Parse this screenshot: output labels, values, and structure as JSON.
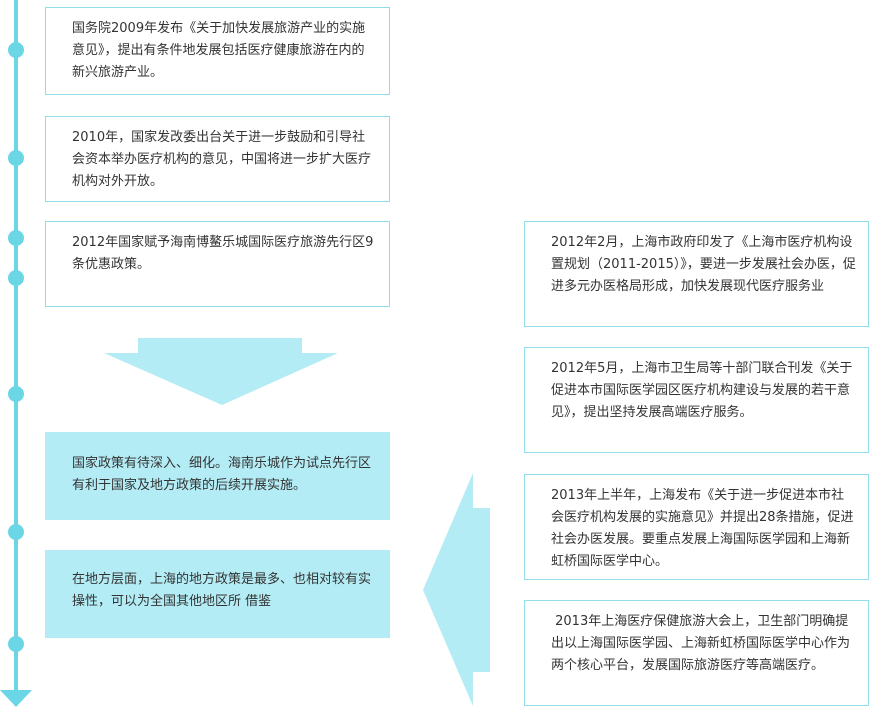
{
  "colors": {
    "timeline": "#6bd6e6",
    "box_border": "#8fdfea",
    "fill": "#b3ecf5",
    "arrow": "#b3ecf5"
  },
  "left_boxes": [
    "国务院2009年发布《关于加快发展旅游产业的实施意见》，提出有条件地发展包括医疗健康旅游在内的新兴旅游产业。",
    "2010年，国家发改委出台关于进一步鼓励和引导社会资本举办医疗机构的意见，中国将进一步扩大医疗机构对外开放。",
    "2012年国家赋予海南博鳌乐城国际医疗旅游先行区9条优惠政策。"
  ],
  "conclusions": [
    "国家政策有待深入、细化。海南乐城作为试点先行区有利于国家及地方政策的后续开展实施。",
    "在地方层面，上海的地方政策是最多、也相对较有实操性，可以为全国其他地区所 借鉴"
  ],
  "right_boxes": [
    "2012年2月，上海市政府印发了《上海市医疗机构设置规划（2011-2015）》，要进一步发展社会办医，促进多元办医格局形成，加快发展现代医疗服务业",
    "2012年5月，上海市卫生局等十部门联合刊发《关于促进本市国际医学园区医疗机构建设与发展的若干意见》，提出坚持发展高端医疗服务。",
    "2013年上半年，上海发布《关于进一步促进本市社会医疗机构发展的实施意见》并提出28条措施，促进社会办医发展。要重点发展上海国际医学园和上海新虹桥国际医学中心。",
    " 2013年上海医疗保健旅游大会上，卫生部门明确提出以上海国际医学园、上海新虹桥国际医学中心作为两个核心平台，发展国际旅游医疗等高端医疗。"
  ]
}
